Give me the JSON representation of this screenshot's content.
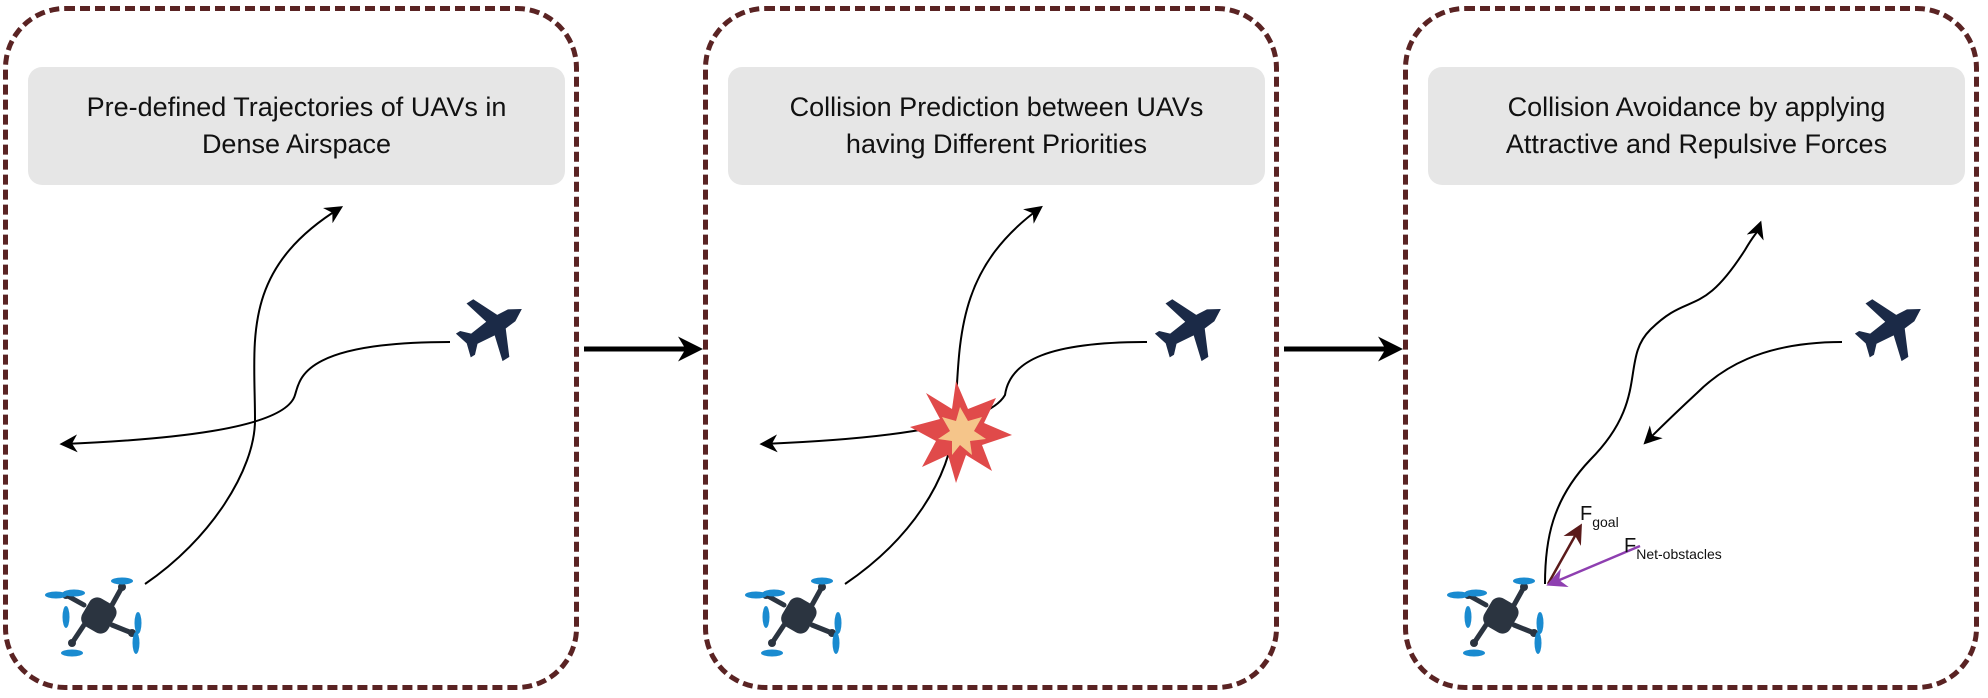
{
  "panels": [
    {
      "title": "Pre-defined Trajectories of UAVs in\nDense Airspace"
    },
    {
      "title": "Collision Prediction between UAVs\nhaving Different Priorities"
    },
    {
      "title": "Collision Avoidance by applying\nAttractive and Repulsive Forces"
    }
  ],
  "forces": {
    "goal": {
      "symbol": "F",
      "subscript": "goal"
    },
    "net_obstacles": {
      "symbol": "F",
      "subscript": "Net-obstacles"
    }
  },
  "colors": {
    "border": "#5a2323",
    "title_bg": "#e6e6e6",
    "aircraft": "#1b2a47",
    "drone_body": "#2b3440",
    "drone_propeller": "#1a8bd0",
    "explosion_outer": "#e04a4a",
    "explosion_inner": "#f5c58a",
    "goal_vector": "#5a1a1a",
    "obstacle_vector": "#8e3fb0"
  },
  "icons": [
    "quadcopter-drone-icon",
    "airplane-icon",
    "collision-explosion-icon"
  ]
}
